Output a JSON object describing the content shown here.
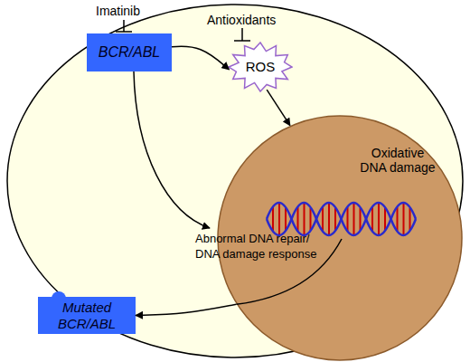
{
  "diagram": {
    "nodes": [
      {
        "text": [
          "BCR/ABL"
        ]
      },
      {
        "text": [
          "ROS"
        ]
      },
      {
        "text": [
          "Oxidative DNA damage"
        ]
      },
      {
        "text": [
          "Mutated BCR/ABL"
        ]
      }
    ],
    "edges": [
      {
        "from": 0,
        "to": 1,
        "arrow": "to"
      },
      {
        "from": 1,
        "to": 2,
        "arrow": "to"
      },
      {
        "from": 2,
        "to": 3,
        "arrow": "to"
      }
    ],
    "labels": [
      "Imatinib",
      "Antioxidants",
      "Abnormal DNA repair/ DNA damage response"
    ]
  }
}
